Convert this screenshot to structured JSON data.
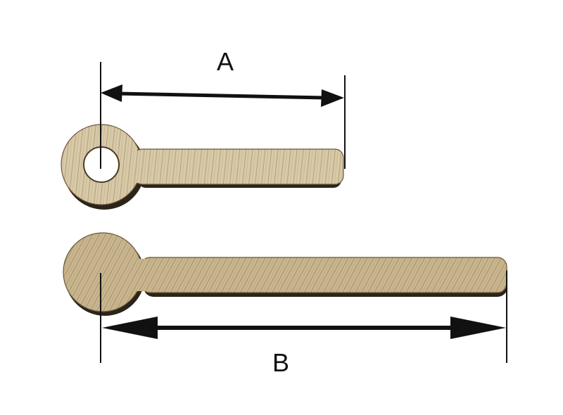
{
  "diagram": {
    "dimensions": [
      {
        "id": "A",
        "label": "A"
      },
      {
        "id": "B",
        "label": "B"
      }
    ]
  },
  "colors": {
    "wood_light": "#d8c9a8",
    "wood_mid": "#c6b48e",
    "wood_grain": "#8a7350",
    "wood_edge": "#6b5636",
    "shadow": "#2b241a",
    "dimension_line": "#111111",
    "background": "#ffffff"
  }
}
